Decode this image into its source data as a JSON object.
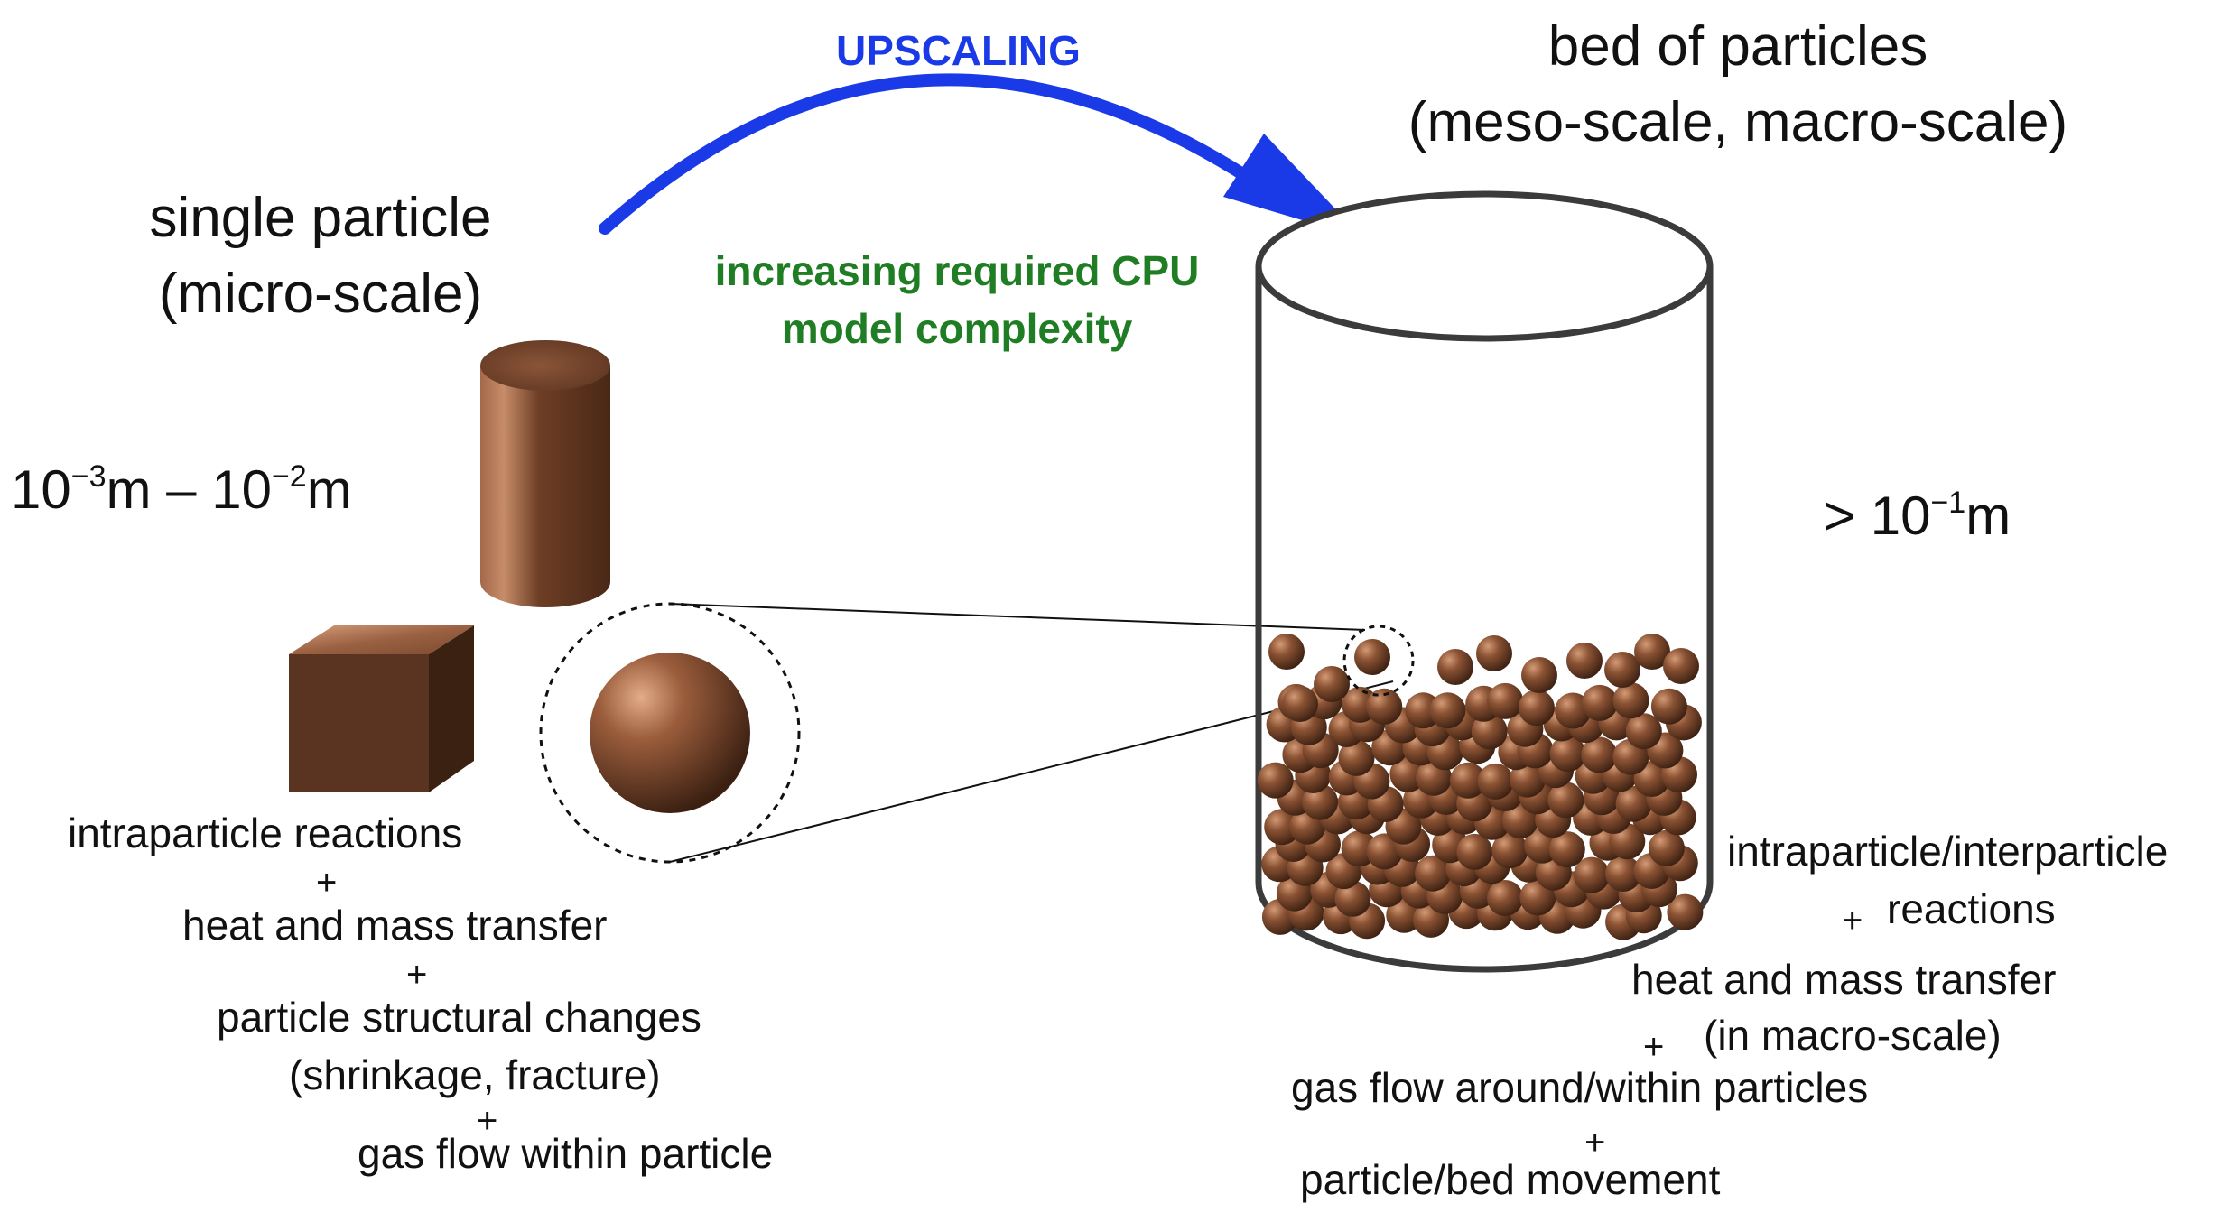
{
  "upscaling": {
    "label": "UPSCALING",
    "arrow_color": "#1a3ae8",
    "complexity_line1": "increasing required CPU",
    "complexity_line2": "model complexity",
    "complexity_color": "#1f7d23"
  },
  "micro": {
    "title_line1": "single particle",
    "title_line2": "(micro-scale)",
    "size_base1": "10",
    "size_exp1": "−3",
    "size_mid": "m – 10",
    "size_exp2": "−2",
    "size_end": "m",
    "shapes": [
      "cylinder",
      "cube",
      "sphere"
    ],
    "particle_color": "#5a3420",
    "processes": [
      "intraparticle reactions",
      "+",
      "heat and mass transfer",
      "+",
      "particle structural changes",
      "(shrinkage, fracture)",
      "+",
      "gas flow within particle"
    ]
  },
  "macro": {
    "title_line1": "bed of particles",
    "title_line2": "(meso-scale, macro-scale)",
    "size_prefix": "> 10",
    "size_exp": "−1",
    "size_unit": "m",
    "processes": [
      "intraparticle/interparticle",
      "+",
      "reactions",
      "heat and mass transfer",
      "+",
      "(in macro-scale)",
      "gas flow around/within particles",
      "+",
      "particle/bed movement"
    ]
  }
}
